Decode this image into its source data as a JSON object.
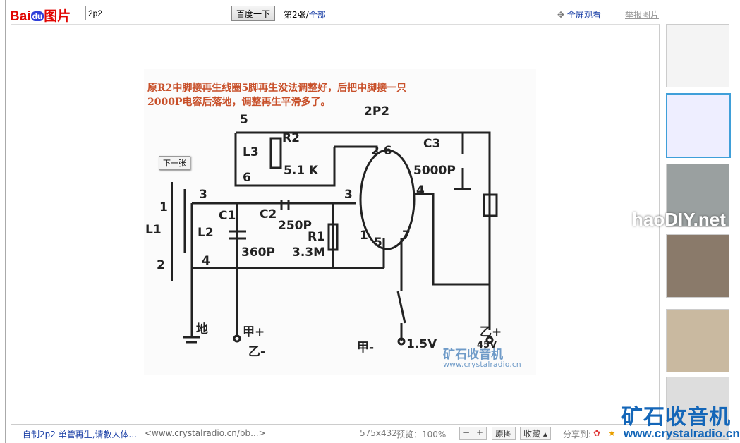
{
  "header": {
    "logo_a": "Bai",
    "logo_du": "du",
    "logo_b": "图片",
    "search_value": "2p2",
    "search_button": "百度一下",
    "count_prefix": "第2张/",
    "count_all": "全部",
    "fullscreen": "全屏观看",
    "report": "举报图片"
  },
  "viewer": {
    "next_tooltip": "下一张",
    "schematic": {
      "note_line1": "原R2中脚接再生线圈5脚再生没法调整好，后把中脚接一只",
      "note_line2": "2000P电容后落地，调整再生平滑多了。",
      "title": "2P2",
      "labels": {
        "p5": "5",
        "l3": "L3",
        "r2": "R2",
        "r2v": "5.1 K",
        "p6": "6",
        "c3": "C3",
        "c3v": "5000P",
        "pins26": "2 6",
        "pin3": "3",
        "pin4": "4",
        "l1": "L1",
        "l2": "L2",
        "c1": "C1",
        "c2": "C2",
        "c2v": "250P",
        "r1": "R1",
        "r1v": "3.3M",
        "c1v": "360P",
        "pin1": "1",
        "pin5": "5",
        "pin7": "7",
        "a3": "3",
        "a1": "1",
        "a2": "2",
        "a4": "4",
        "ground": "地",
        "a_plus": "甲+",
        "b_minus": "乙-",
        "a_minus": "甲-",
        "v15": "1.5V",
        "b_plus": "乙+",
        "v45": "45V"
      },
      "watermark_cn": "矿石收音机",
      "watermark_url": "www.crystalradio.cn"
    },
    "side_watermark": "haoDIY.net"
  },
  "footer": {
    "title": "自制2p2 单管再生,请教人体...",
    "source": "<www.crystalradio.cn/bb...>",
    "size": "575x432",
    "preview": "预览：100%",
    "zoom_out": "−",
    "zoom_in": "+",
    "original": "原图",
    "collect": "收藏",
    "share": "分享到:"
  },
  "watermark": {
    "cn": "矿石收音机",
    "url": "www.crystalradio.cn"
  }
}
